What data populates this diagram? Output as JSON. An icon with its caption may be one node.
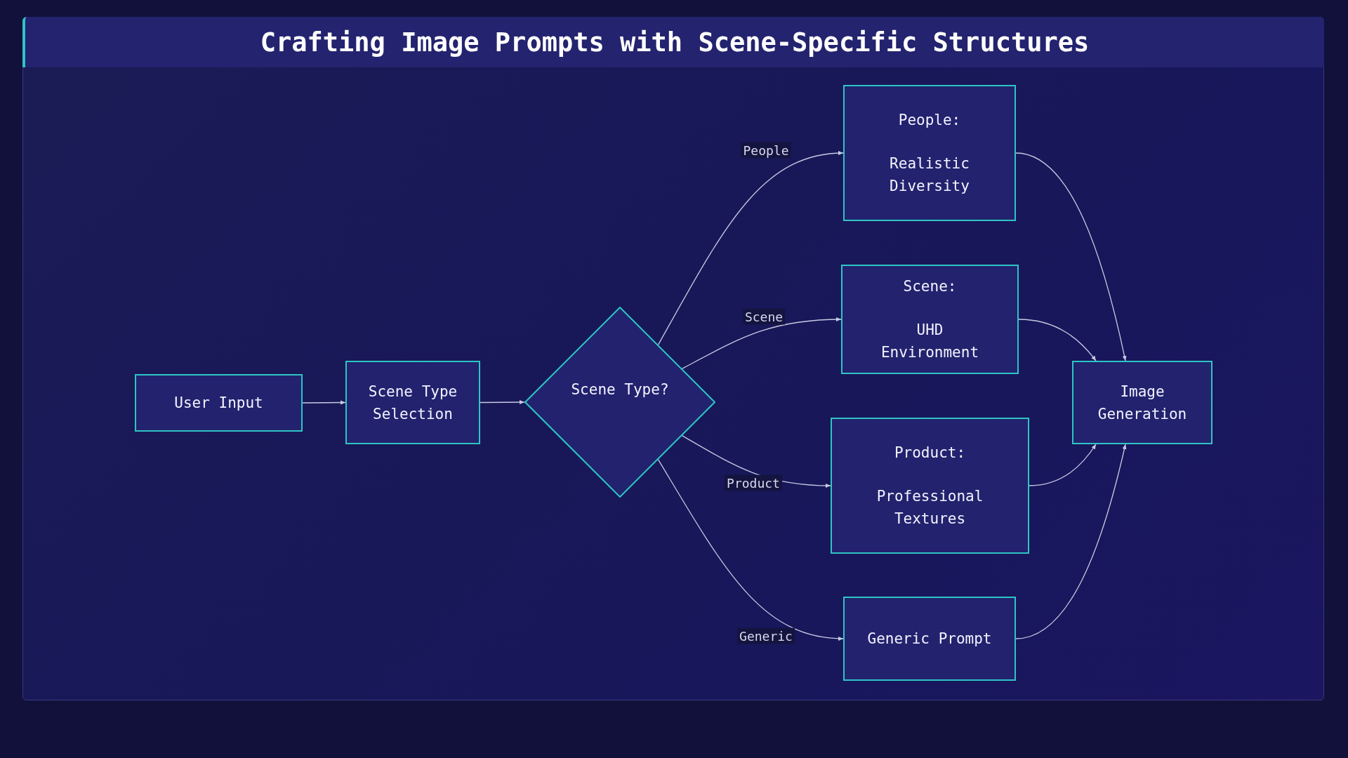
{
  "diagram": {
    "title": "Crafting Image Prompts with Scene-Specific Structures",
    "nodes": [
      {
        "text": [
          "User Input"
        ]
      },
      {
        "text": [
          "Scene Type Selection"
        ]
      },
      {
        "text": [
          "Scene Type?"
        ]
      },
      {
        "text": [
          "People:",
          "Realistic Diversity"
        ]
      },
      {
        "text": [
          "Scene:",
          "UHD Environment"
        ]
      },
      {
        "text": [
          "Product:",
          "Professional Textures"
        ]
      },
      {
        "text": [
          "Generic Prompt"
        ]
      },
      {
        "text": [
          "Image Generation"
        ]
      }
    ],
    "edges": [
      {
        "from": 0,
        "to": 1,
        "arrow": "to"
      },
      {
        "from": 1,
        "to": 2,
        "arrow": "to"
      },
      {
        "from": 2,
        "to": 3,
        "arrow": "to",
        "label": "People"
      },
      {
        "from": 2,
        "to": 4,
        "arrow": "to",
        "label": "Scene"
      },
      {
        "from": 2,
        "to": 5,
        "arrow": "to",
        "label": "Product"
      },
      {
        "from": 2,
        "to": 6,
        "arrow": "to",
        "label": "Generic"
      },
      {
        "from": 3,
        "to": 7,
        "arrow": "to"
      },
      {
        "from": 4,
        "to": 7,
        "arrow": "to"
      },
      {
        "from": 5,
        "to": 7,
        "arrow": "to"
      },
      {
        "from": 6,
        "to": 7,
        "arrow": "to"
      }
    ]
  }
}
